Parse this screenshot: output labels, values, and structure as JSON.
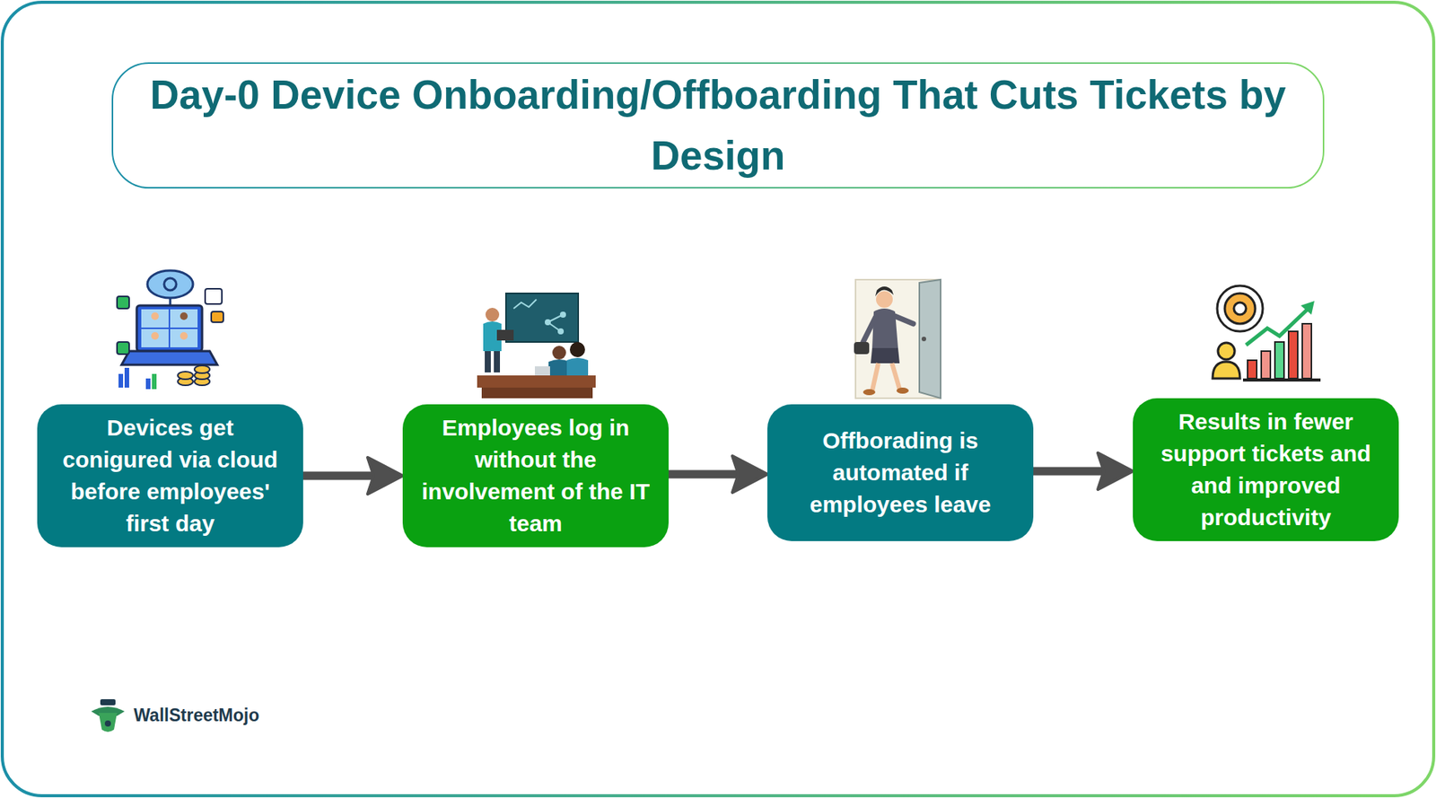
{
  "diagram": {
    "title": "Day-0 Device Onboarding/Offboarding That Cuts Tickets by Design",
    "nodes": [
      {
        "text": [
          "Devices get conigured via cloud before employees' first day"
        ]
      },
      {
        "text": [
          "Employees log in without the involvement of the IT team"
        ]
      },
      {
        "text": [
          "Offborading is automated if employees leave"
        ]
      },
      {
        "text": [
          "Results in fewer support tickets and and improved productivity"
        ]
      }
    ],
    "edges": [
      {
        "from": 0,
        "to": 1,
        "arrow": "to"
      },
      {
        "from": 1,
        "to": 2,
        "arrow": "to"
      },
      {
        "from": 2,
        "to": 3,
        "arrow": "to"
      }
    ],
    "labels": [
      "WallStreetMojo"
    ]
  }
}
